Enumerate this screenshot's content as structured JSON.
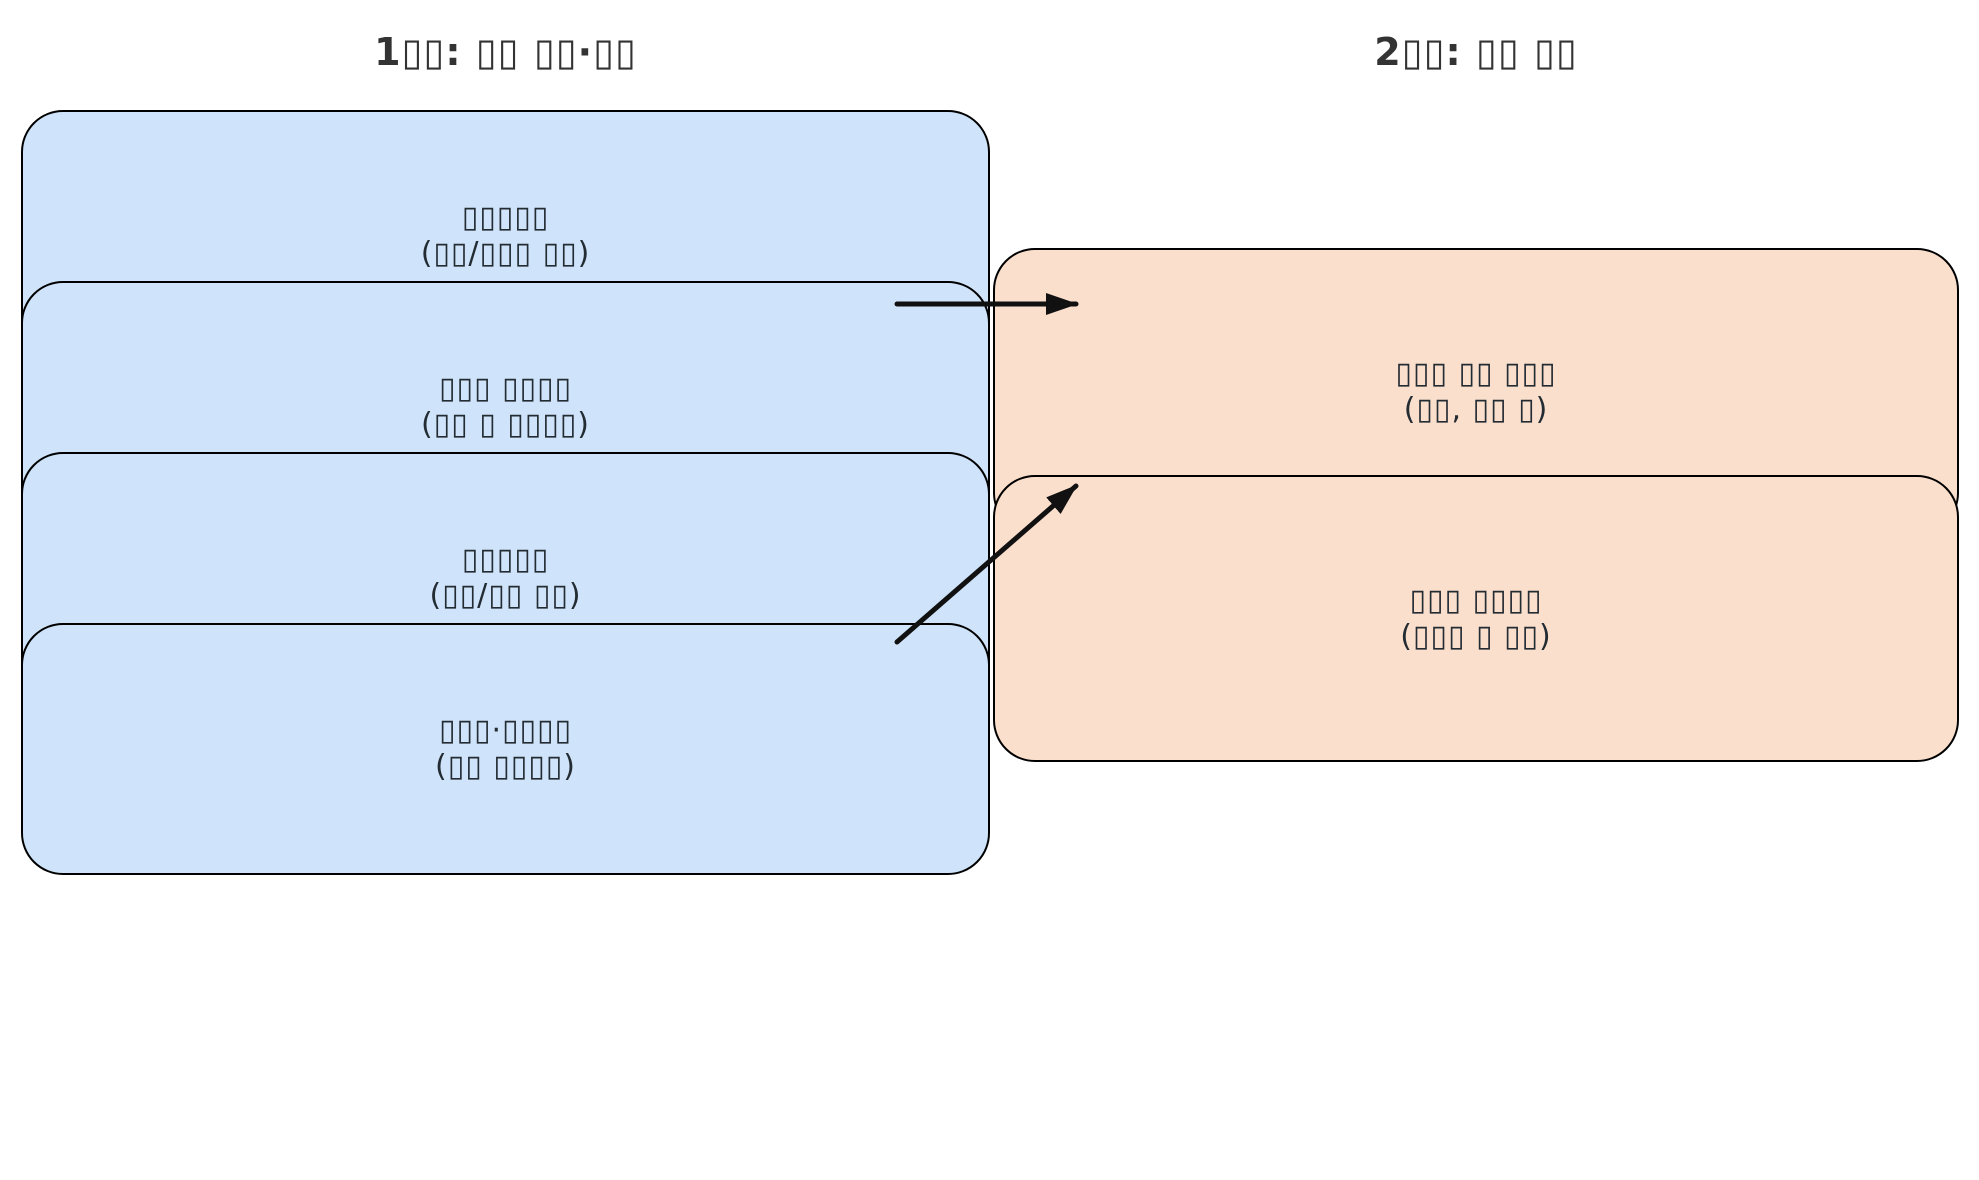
{
  "headers": {
    "stage1": "1▯▯: ▯▯ ▯▯·▯▯",
    "stage2": "2▯▯: ▯▯ ▯▯"
  },
  "boxes": {
    "stage1": [
      {
        "line1": "▯▯▯▯▯",
        "line2": "(▯▯/▯▯▯ ▯▯)"
      },
      {
        "line1": "▯▯▯ ▯▯▯▯",
        "line2": "(▯▯ ▯ ▯▯▯▯)"
      },
      {
        "line1": "▯▯▯▯▯",
        "line2": "(▯▯/▯▯ ▯▯)"
      },
      {
        "line1": "▯▯▯·▯▯▯▯",
        "line2": "(▯▯ ▯▯▯▯)"
      }
    ],
    "stage2": [
      {
        "line1": "▯▯▯ ▯▯ ▯▯▯",
        "line2": "(▯▯, ▯▯ ▯)"
      },
      {
        "line1": "▯▯▯ ▯▯▯▯",
        "line2": "(▯▯▯ ▯ ▯▯)"
      }
    ]
  },
  "connections": [
    {
      "from": "stage1-column",
      "to": "stage2-box-1"
    },
    {
      "from": "stage1-column",
      "to": "stage2-box-2"
    }
  ],
  "colors": {
    "stage1-fill": "#cfe4fa",
    "stage2-fill": "#fbdfcd",
    "box-border": "#000000",
    "box-text": "#242c33",
    "header-text": "#333333",
    "arrow": "#111111",
    "background": "#ffffff"
  }
}
